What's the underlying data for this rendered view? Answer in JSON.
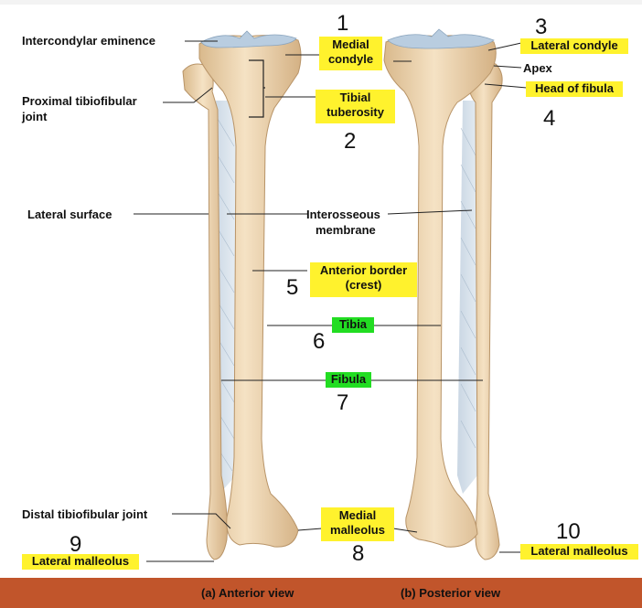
{
  "labels": {
    "intercondylar_eminence": "Intercondylar eminence",
    "proximal_tibiofibular_joint_1": "Proximal tibiofibular",
    "proximal_tibiofibular_joint_2": "joint",
    "lateral_surface": "Lateral surface",
    "interosseous_1": "Interosseous",
    "interosseous_2": "membrane",
    "apex": "Apex",
    "distal_tibiofibular_joint": "Distal tibiofibular joint"
  },
  "highlighted": {
    "medial_condyle_1": "Medial",
    "medial_condyle_2": "condyle",
    "tibial_tuberosity_1": "Tibial",
    "tibial_tuberosity_2": "tuberosity",
    "lateral_condyle": "Lateral condyle",
    "head_of_fibula": "Head of fibula",
    "anterior_border_1": "Anterior border",
    "anterior_border_2": "(crest)",
    "tibia": "Tibia",
    "fibula": "Fibula",
    "medial_malleolus_1": "Medial",
    "medial_malleolus_2": "malleolus",
    "lateral_malleolus_left": "Lateral malleolus",
    "lateral_malleolus_right": "Lateral malleolus"
  },
  "numbers": {
    "n1": "1",
    "n2": "2",
    "n3": "3",
    "n4": "4",
    "n5": "5",
    "n6": "6",
    "n7": "7",
    "n8": "8",
    "n9": "9",
    "n10": "10"
  },
  "captions": {
    "anterior": "(a) Anterior view",
    "posterior": "(b) Posterior view"
  },
  "colors": {
    "highlight_yellow": "#fff22d",
    "highlight_green": "#22dd22",
    "footer": "#c1552b",
    "bone": "#ecd3ad",
    "cartilage": "#b9cde0"
  }
}
